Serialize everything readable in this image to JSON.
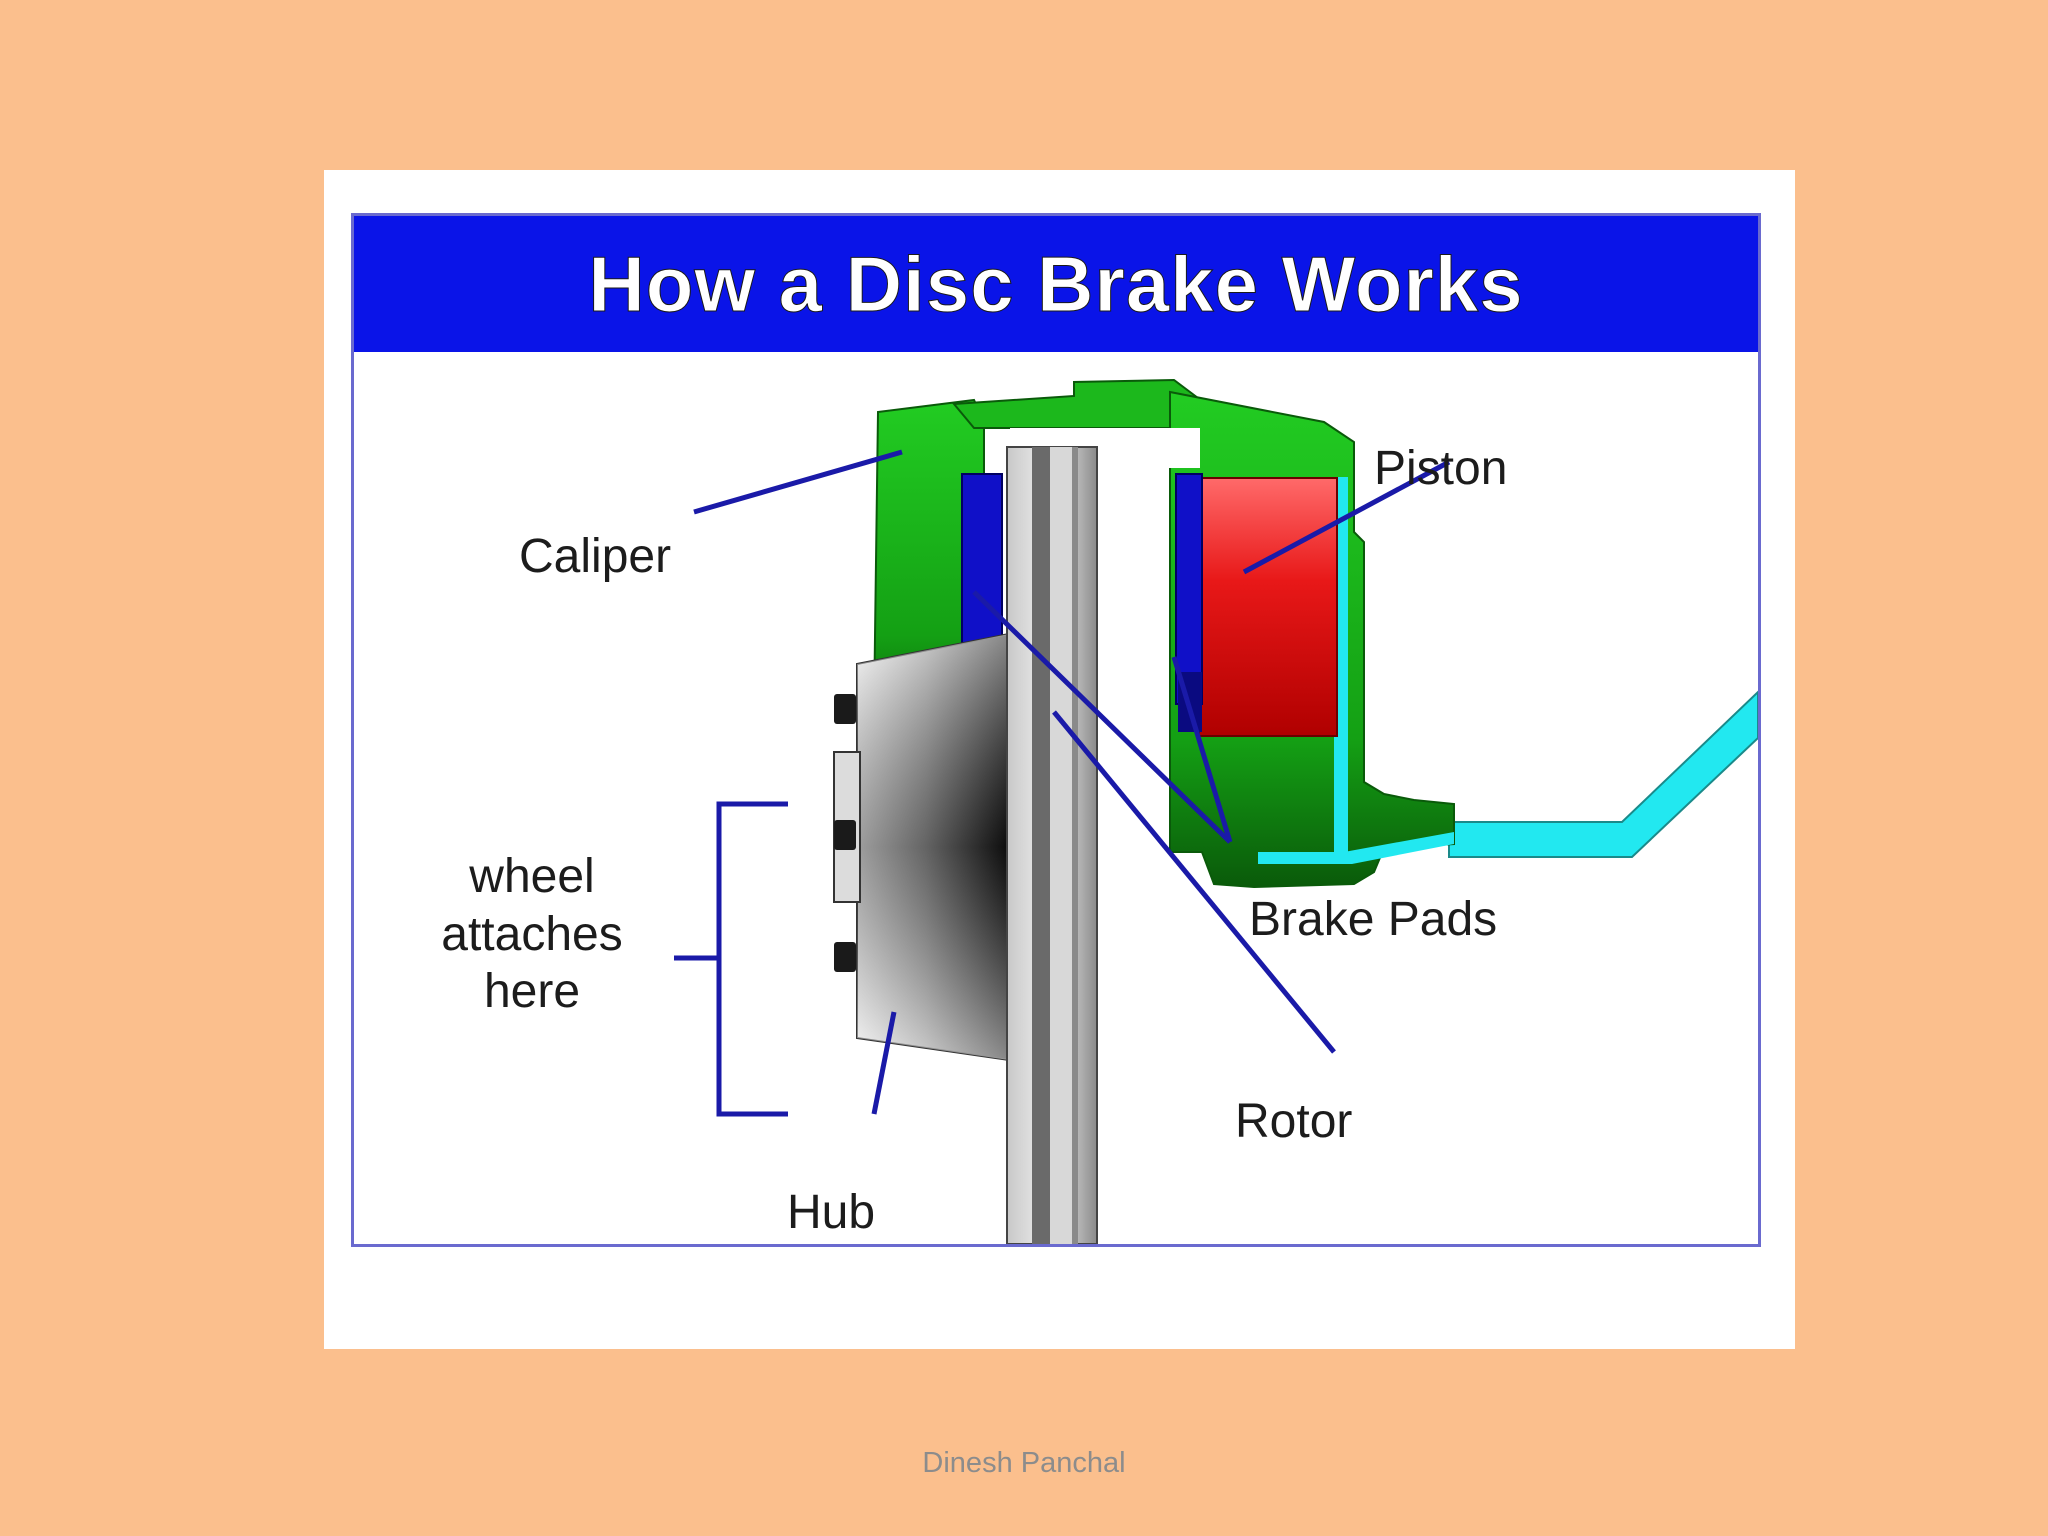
{
  "title": "How a Disc Brake Works",
  "labels": {
    "caliper": "Caliper",
    "piston": "Piston",
    "wheel_line1": "wheel",
    "wheel_line2": "attaches",
    "wheel_line3": "here",
    "brake_pads": "Brake Pads",
    "rotor": "Rotor",
    "hub": "Hub"
  },
  "footer": "Dinesh Panchal",
  "colors": {
    "background": "#FBBF8D",
    "title_bar": "#0A14E8",
    "caliper": "#1FBF1F",
    "piston": "#E81818",
    "brake_line": "#22E8F0",
    "pads": "#1010C8",
    "leader_lines": "#1A1AA8"
  }
}
